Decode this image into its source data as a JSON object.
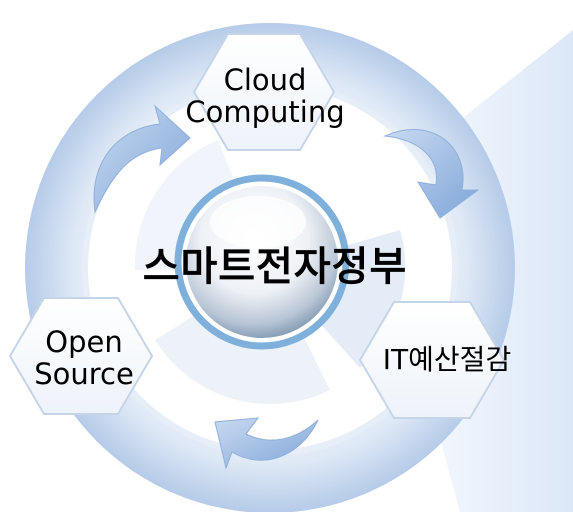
{
  "diagram": {
    "center_label": "스마트전자정부",
    "nodes": [
      {
        "id": "cloud",
        "line1": "Cloud",
        "line2": "Computing"
      },
      {
        "id": "open",
        "line1": "Open",
        "line2": "Source"
      },
      {
        "id": "it",
        "line1": "IT예산절감"
      }
    ]
  },
  "colors": {
    "ring_light": "#dfe9f6",
    "ring_dark": "#9db9de",
    "arrow": "#7fa5d8",
    "hex_fill": "#fbfcfe",
    "hex_stroke": "#c6d4e8",
    "orb_rim": "#7fb0dc",
    "funnel": "#eaf1fb"
  }
}
